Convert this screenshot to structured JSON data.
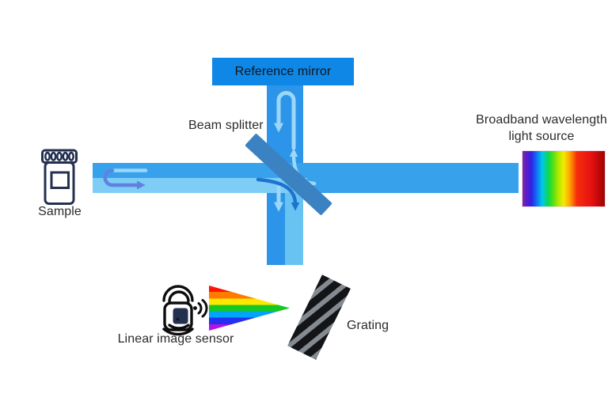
{
  "labels": {
    "reference_mirror": "Reference mirror",
    "beam_splitter": "Beam splitter",
    "sample": "Sample",
    "light_source_line1": "Broadband wavelength",
    "light_source_line2": "light source",
    "linear_image_sensor": "Linear image sensor",
    "grating": "Grating"
  },
  "colors": {
    "mirror": "#0f87e6",
    "beam_v": "#2d95e9",
    "beam_h": "#38a1ec",
    "beam_light_h": "#7ecdf6",
    "beam_light_v": "#68c3f3",
    "splitter": "#3a82c2",
    "arrow_light": "#9bd7f8",
    "arrow_indigo": "#5d83de",
    "arrow_dark": "#1d74d0",
    "icon_ink": "#24304f",
    "sensor_ink": "#0d0d0d",
    "label_ink": "#2b2b2b",
    "grating_black": "#141518",
    "grating_gray": "#848a90"
  },
  "spectrum": {
    "stops": [
      "#7c2a9e 0%",
      "#5a1ccb 5%",
      "#2d23e8 11%",
      "#0b7cf2 18%",
      "#00c8e8 24%",
      "#0bd65a 31%",
      "#43df17 36%",
      "#b5e800 44%",
      "#f2ea00 50%",
      "#ff9d00 58%",
      "#f72c0c 66%",
      "#e51111 84%",
      "#b00505 96%",
      "#9c0505 100%"
    ]
  },
  "fan": {
    "colors": [
      "#ff1500",
      "#ff7a00",
      "#ffe800",
      "#16c822",
      "#00a4f8",
      "#2430ee",
      "#b512e6"
    ]
  }
}
